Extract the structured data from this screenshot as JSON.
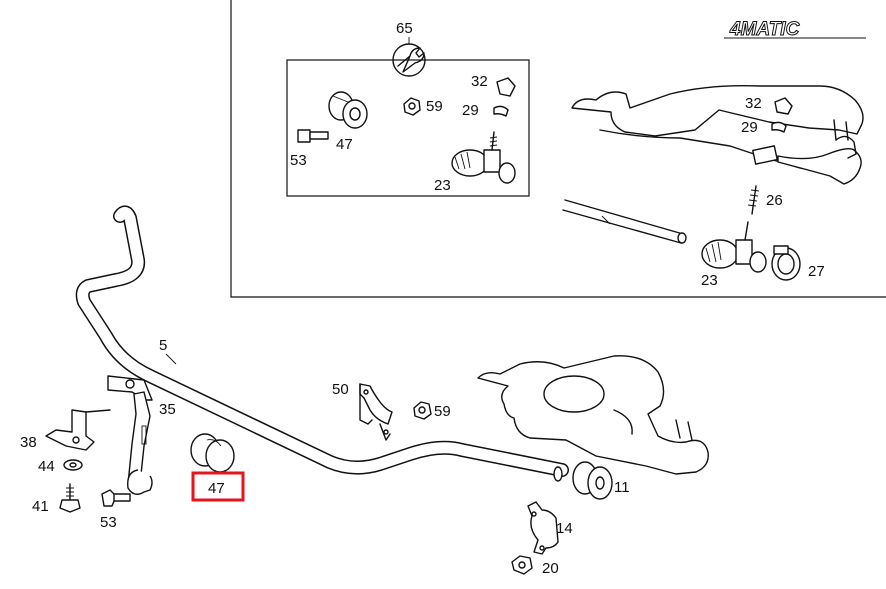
{
  "logo": {
    "text": "4MATIC"
  },
  "highlight": {
    "color": "#e8141c",
    "target_part": "47"
  },
  "callouts": {
    "inset_tool": "65",
    "inset_32": "32",
    "inset_29": "29",
    "inset_59": "59",
    "inset_47": "47",
    "inset_53": "53",
    "inset_23": "23",
    "axle_32": "32",
    "axle_29": "29",
    "axle_26": "26",
    "axle_23": "23",
    "axle_27": "27",
    "bar": "5",
    "clamp_50": "50",
    "nut_59": "59",
    "bracket_35": "35",
    "bracket_38": "38",
    "washer_44": "44",
    "bolt_41": "41",
    "bolt_53": "53",
    "bushing_47": "47",
    "bushing_11": "11",
    "clamp_14": "14",
    "nut_20": "20"
  }
}
